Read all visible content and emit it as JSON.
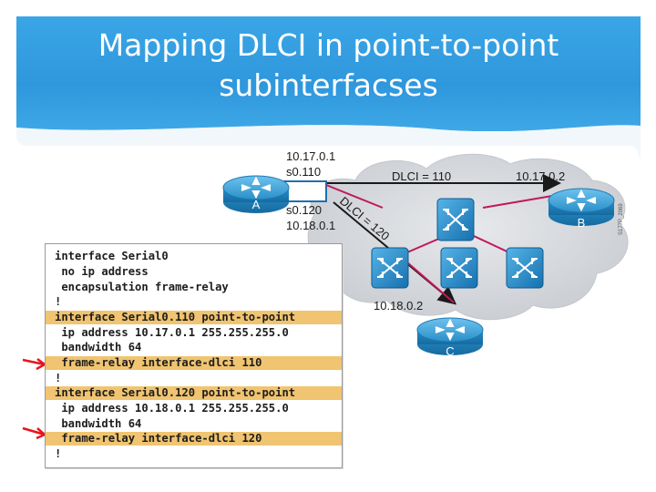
{
  "slide": {
    "title_line1": "Mapping DLCI in point-to-point",
    "title_line2": "subinterfacses"
  },
  "diagram": {
    "router_a": {
      "label": "A",
      "s0_110_ip": "10.17.0.1",
      "s0_110_name": "s0.110",
      "s0_120_name": "s0.120",
      "s0_120_ip": "10.18.0.1"
    },
    "router_b": {
      "label": "B",
      "ip": "10.17.0.2"
    },
    "router_c": {
      "label": "C",
      "ip": "10.18.0.2"
    },
    "dlci_110_label": "DLCI = 110",
    "dlci_120_label": "DLCI = 120",
    "figure_code": "S177P_2069"
  },
  "config": {
    "lines": [
      {
        "text": "interface Serial0",
        "highlight": false
      },
      {
        "text": " no ip address",
        "highlight": false
      },
      {
        "text": " encapsulation frame-relay",
        "highlight": false
      },
      {
        "text": "!",
        "highlight": false
      },
      {
        "text": "interface Serial0.110 point-to-point",
        "highlight": true
      },
      {
        "text": " ip address 10.17.0.1 255.255.255.0",
        "highlight": false
      },
      {
        "text": " bandwidth 64",
        "highlight": false
      },
      {
        "text": " frame-relay interface-dlci 110",
        "highlight": true
      },
      {
        "text": "!",
        "highlight": false
      },
      {
        "text": "interface Serial0.120 point-to-point",
        "highlight": true
      },
      {
        "text": " ip address 10.18.0.1 255.255.255.0",
        "highlight": false
      },
      {
        "text": " bandwidth 64",
        "highlight": false
      },
      {
        "text": " frame-relay interface-dlci 120",
        "highlight": true
      },
      {
        "text": "!",
        "highlight": false
      }
    ]
  },
  "colors": {
    "title_bar": "#3aa6e6",
    "highlight": "#f0c470",
    "arrow_red": "#e8141c",
    "router_blue": "#2a8fc8",
    "switch_blue": "#1f86c4",
    "link_red": "#c2185b"
  }
}
